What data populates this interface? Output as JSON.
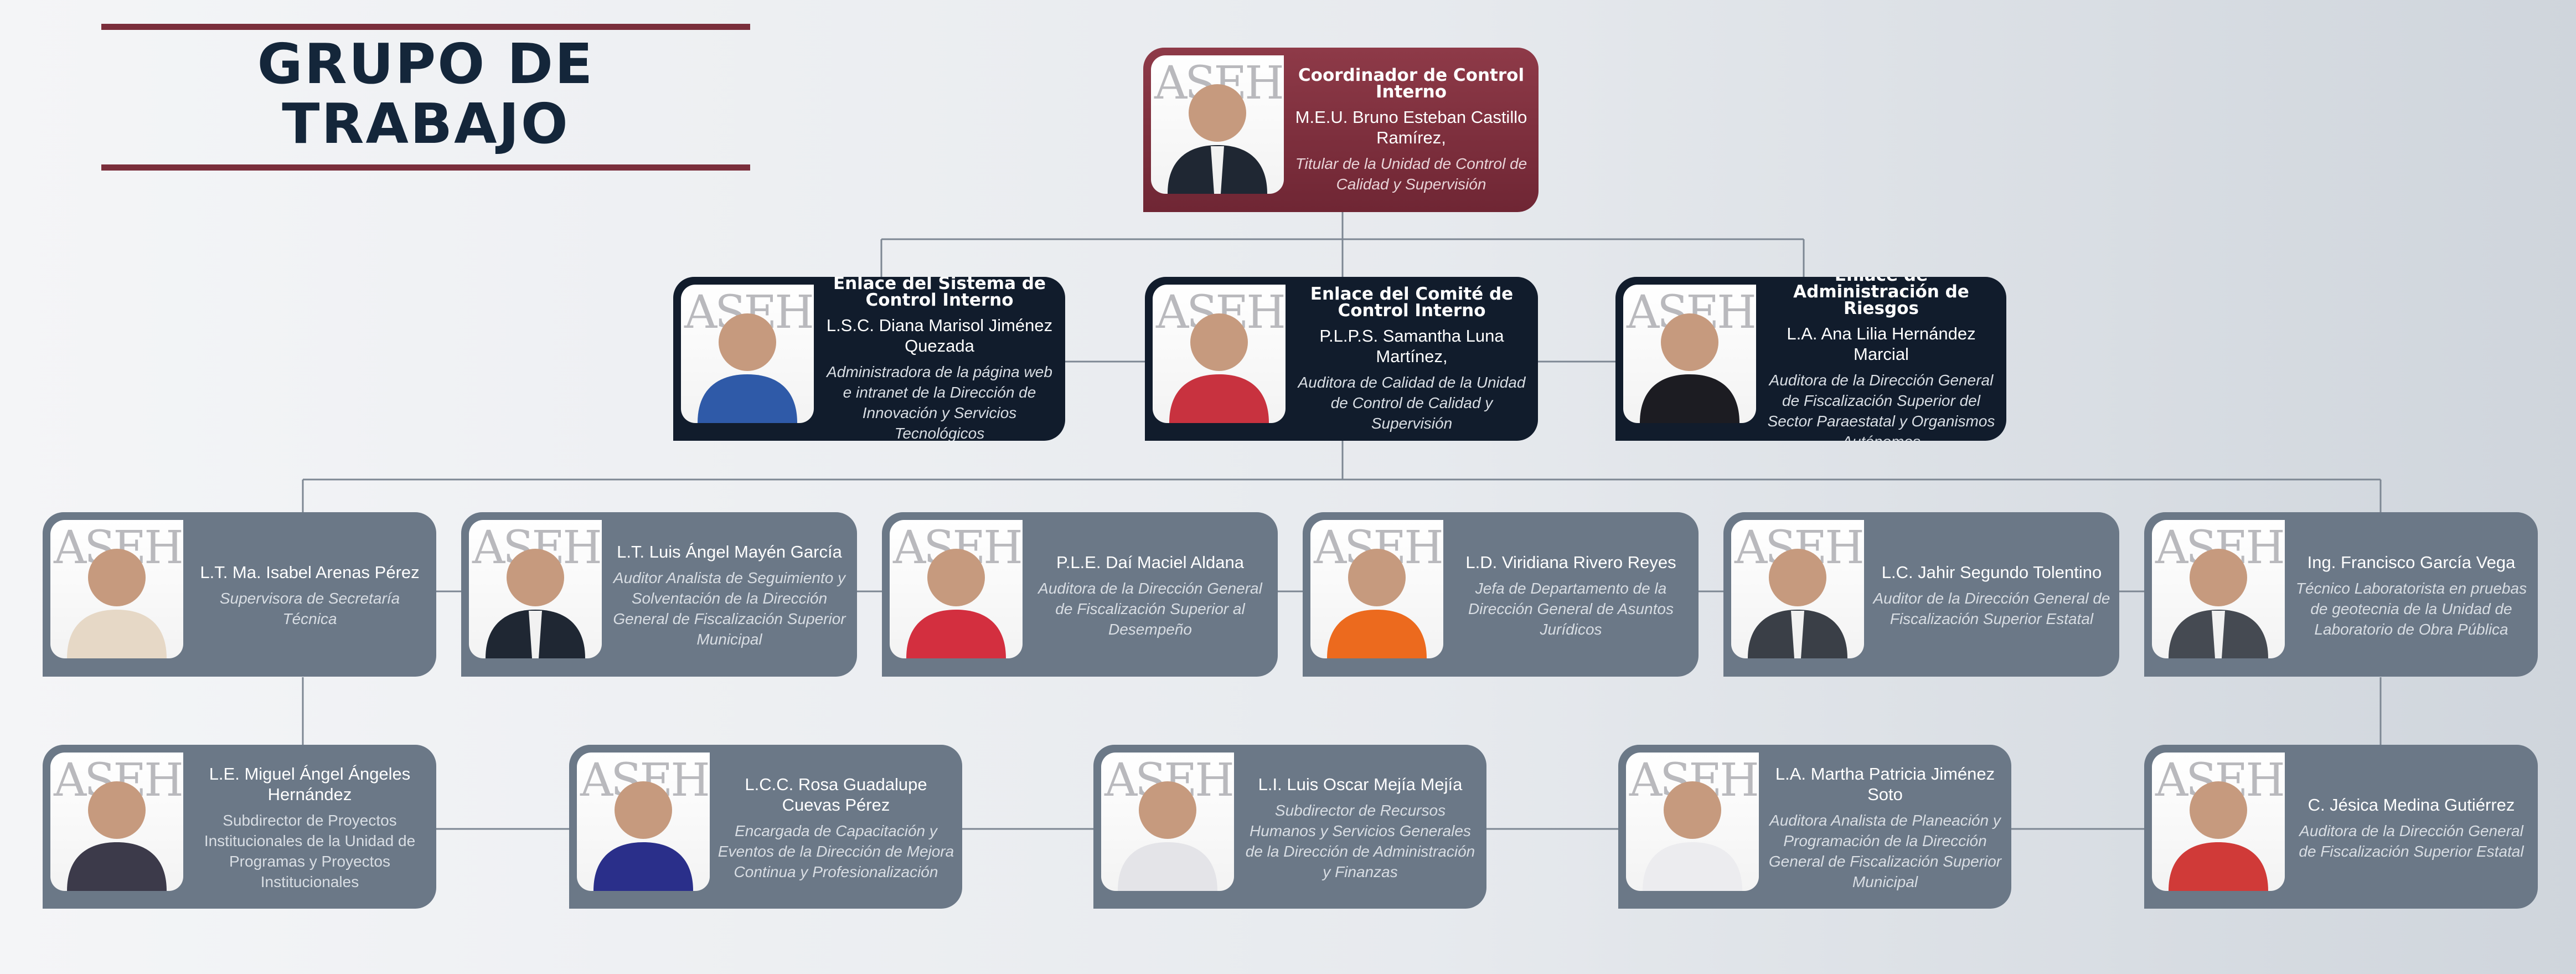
{
  "header": {
    "title": "GRUPO DE TRABAJO",
    "accent_color": "#7a2e3b",
    "title_color": "#14263a"
  },
  "photo_watermark": "ASEH",
  "colors": {
    "coordinator_card": "#7f3341",
    "enlace_card": "#111c2c",
    "staff_card": "#6b7887",
    "connector": "#7d8793"
  },
  "coordinator": {
    "title": "Coordinador de Control Interno",
    "name": "M.E.U. Bruno Esteban Castillo Ramírez,",
    "position": "Titular de la Unidad de Control de Calidad y Supervisión"
  },
  "enlaces": [
    {
      "title": "Enlace del Sistema de Control Interno",
      "name": "L.S.C. Diana Marisol Jiménez Quezada",
      "position": "Administradora de la página web e intranet de la Dirección de Innovación y Servicios Tecnológicos"
    },
    {
      "title": "Enlace del Comité de Control Interno",
      "name": "P.L.P.S. Samantha Luna Martínez,",
      "position": "Auditora de Calidad de la Unidad de Control de Calidad y Supervisión"
    },
    {
      "title": "Enlace de Administración de Riesgos",
      "name": "L.A. Ana Lilia Hernández Marcial",
      "position": "Auditora de la Dirección General de Fiscalización Superior del Sector Paraestatal y Organismos Autónomos"
    }
  ],
  "team_row1": [
    {
      "name": "L.T. Ma. Isabel Arenas Pérez",
      "position": "Supervisora de Secretaría Técnica"
    },
    {
      "name": "L.T. Luis Ángel Mayén García",
      "position": "Auditor Analista de Seguimiento y Solventación de la Dirección General de Fiscalización Superior Municipal"
    },
    {
      "name": "P.L.E. Daí Maciel Aldana",
      "position": "Auditora de la Dirección General de Fiscalización Superior al Desempeño"
    },
    {
      "name": "L.D. Viridiana Rivero Reyes",
      "position": "Jefa de Departamento de la Dirección General de Asuntos Jurídicos"
    },
    {
      "name": "L.C. Jahir Segundo Tolentino",
      "position": "Auditor de la Dirección General de Fiscalización Superior Estatal"
    },
    {
      "name": "Ing. Francisco García Vega",
      "position": "Técnico Laboratorista en pruebas de geotecnia de la Unidad de Laboratorio de Obra Pública"
    }
  ],
  "team_row2": [
    {
      "name": "L.E. Miguel Ángel Ángeles Hernández",
      "position": "Subdirector de Proyectos Institucionales de la Unidad de Programas y Proyectos Institucionales"
    },
    {
      "name": "L.C.C. Rosa Guadalupe Cuevas Pérez",
      "position": "Encargada de Capacitación y Eventos de la Dirección de Mejora Continua y Profesionalización"
    },
    {
      "name": "L.I. Luis Oscar Mejía Mejía",
      "position": "Subdirector de Recursos Humanos y Servicios Generales de la Dirección de Administración y Finanzas"
    },
    {
      "name": "L.A. Martha Patricia Jiménez Soto",
      "position": "Auditora Analista de Planeación y Programación de la Dirección General de Fiscalización Superior Municipal"
    },
    {
      "name": "C. Jésica Medina Gutiérrez",
      "position": "Auditora de la Dirección General de Fiscalización Superior Estatal"
    }
  ]
}
